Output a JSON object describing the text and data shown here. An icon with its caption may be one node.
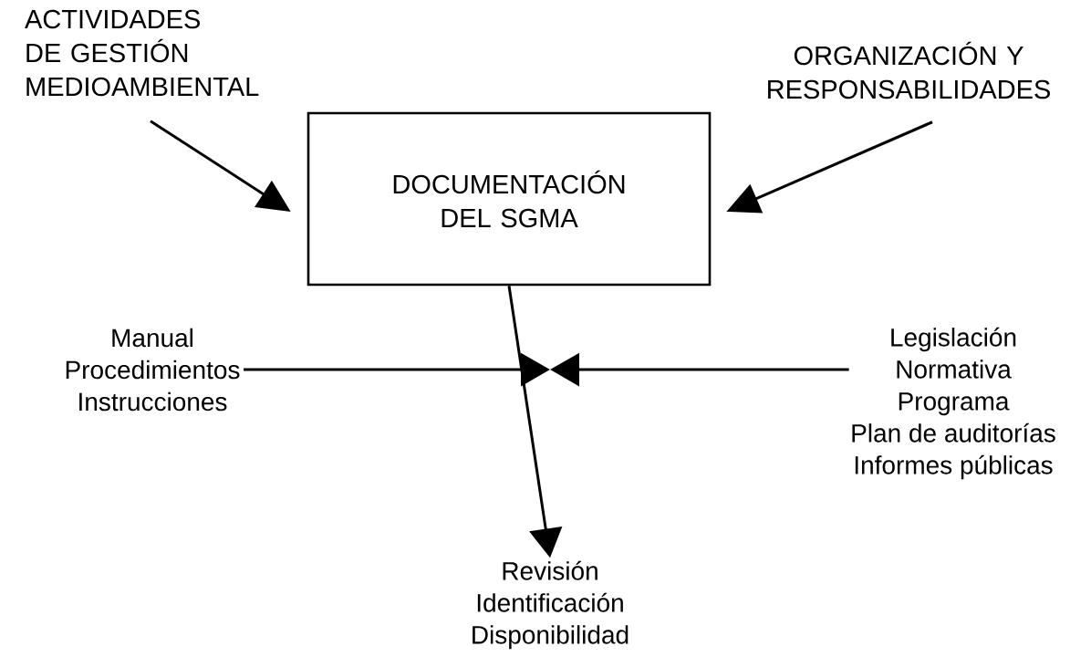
{
  "diagram": {
    "nodes": [
      {
        "text": [
          "ACTIVIDADES DE GESTIÓN MEDIOAMBIENTAL"
        ]
      },
      {
        "text": [
          "ORGANIZACIÓN Y RESPONSABILIDADES"
        ]
      },
      {
        "text": [
          "DOCUMENTACIÓN DEL SGMA"
        ]
      },
      {
        "text": [
          "Manual",
          "Procedimientos",
          "Instrucciones"
        ]
      },
      {
        "text": [
          "Legislación",
          "Normativa",
          "Programa",
          "Plan de auditorías",
          "Informes públicas"
        ]
      },
      {
        "text": [
          "Revisión",
          "Identificación",
          "Disponibilidad"
        ]
      }
    ],
    "edges": [
      {
        "from": 0,
        "to": 2,
        "arrow": "to"
      },
      {
        "from": 1,
        "to": 2,
        "arrow": "to"
      },
      {
        "from": 2,
        "to": 5,
        "arrow": "to"
      },
      {
        "from": 3,
        "to": null,
        "arrow": "to"
      },
      {
        "from": 4,
        "to": null,
        "arrow": "to"
      }
    ]
  }
}
